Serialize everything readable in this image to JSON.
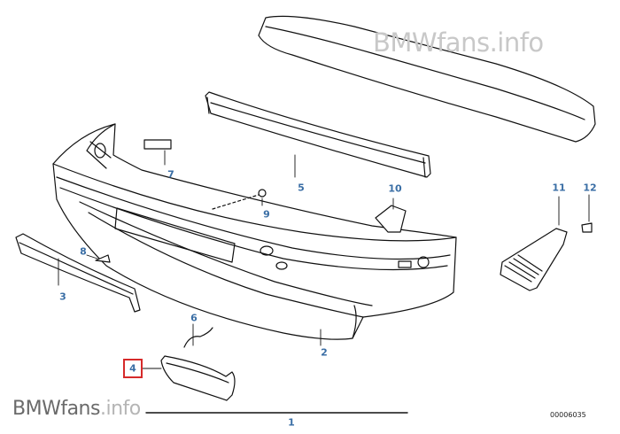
{
  "watermark_top": {
    "brand": "BMWfans",
    "suffix": ".info"
  },
  "watermark_bottom": {
    "brand": "BMWfans",
    "suffix": ".info"
  },
  "diagram_id": "00006035",
  "highlighted_callout": "4",
  "accent_colors": {
    "callout_text": "#3a6ea5",
    "highlight_box": "#d62a2a",
    "watermark": "#c8c8c8"
  },
  "callouts": [
    {
      "id": "1",
      "part": "bumper-trim-line"
    },
    {
      "id": "2",
      "part": "front-bumper-cover"
    },
    {
      "id": "3",
      "part": "side-trim-strip"
    },
    {
      "id": "4",
      "part": "lower-grille-trim"
    },
    {
      "id": "5",
      "part": "upper-support-strip"
    },
    {
      "id": "6",
      "part": "wire-harness"
    },
    {
      "id": "7",
      "part": "clip-nut"
    },
    {
      "id": "8",
      "part": "screw"
    },
    {
      "id": "9",
      "part": "nut"
    },
    {
      "id": "10",
      "part": "bracket"
    },
    {
      "id": "11",
      "part": "air-duct"
    },
    {
      "id": "12",
      "part": "expanding-rivet"
    }
  ]
}
